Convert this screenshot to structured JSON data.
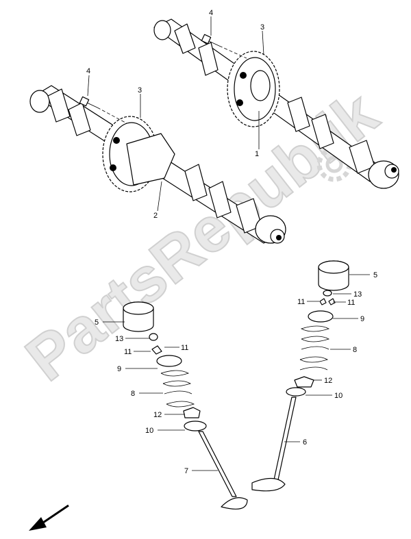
{
  "watermark": {
    "text": "PartsRepublik",
    "color": "#e6e6e6"
  },
  "callouts": {
    "c1": "1",
    "c2": "2",
    "c3a": "3",
    "c3b": "3",
    "c4a": "4",
    "c4b": "4",
    "c5a": "5",
    "c5b": "5",
    "c6": "6",
    "c7": "7",
    "c8a": "8",
    "c8b": "8",
    "c9a": "9",
    "c9b": "9",
    "c10a": "10",
    "c10b": "10",
    "c11a": "11",
    "c11b": "11",
    "c11c": "11",
    "c12a": "12",
    "c12b": "12",
    "c13a": "13",
    "c13b": "13"
  },
  "icons": {
    "front_arrow": "arrow-down-left-icon",
    "logo_gear": "gear-icon"
  }
}
